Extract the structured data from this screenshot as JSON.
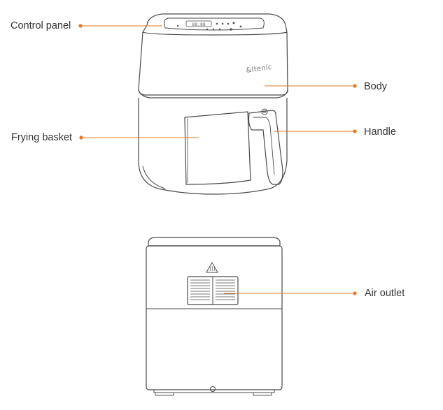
{
  "labels": {
    "control_panel": "Control panel",
    "body": "Body",
    "frying_basket": "Frying basket",
    "handle": "Handle",
    "air_outlet": "Air outlet"
  },
  "brand": "&ltenic",
  "panel_display": "88:88",
  "colors": {
    "leader": "#e87722",
    "outline": "#4a4a4a",
    "text": "#333333"
  }
}
